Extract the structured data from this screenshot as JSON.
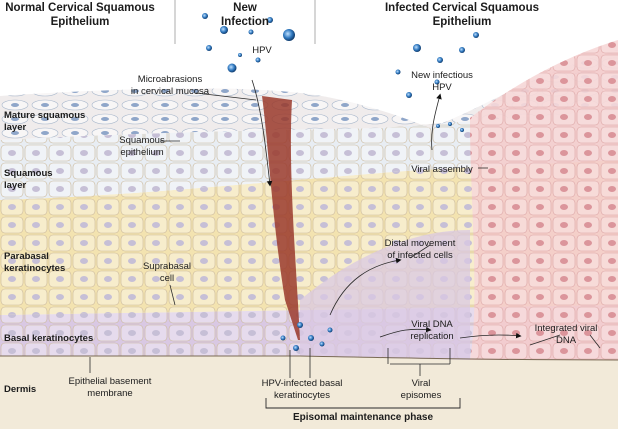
{
  "headers": {
    "left": [
      "Normal Cervical Squamous",
      "Epithelium"
    ],
    "center": [
      "New",
      "Infection"
    ],
    "right": [
      "Infected Cervical Squamous",
      "Epithelium"
    ]
  },
  "layers": {
    "mature": [
      "Mature squamous",
      "layer"
    ],
    "squamous": [
      "Squamous",
      "layer"
    ],
    "parabasal": [
      "Parabasal",
      "keratinocytes"
    ],
    "basal": "Basal keratinocytes",
    "dermis": "Dermis"
  },
  "labels": {
    "hpv": "HPV",
    "microabrasions": [
      "Microabrasions",
      "in cervical mucosa"
    ],
    "squamous_epithelium": [
      "Squamous",
      "epithelium"
    ],
    "suprabasal": [
      "Suprabasal",
      "cell"
    ],
    "basement": [
      "Epithelial basement",
      "membrane"
    ],
    "infected_basal": [
      "HPV-infected basal",
      "keratinocytes"
    ],
    "viral_episomes": [
      "Viral",
      "episomes"
    ],
    "episomal_phase": "Episomal maintenance phase",
    "viral_dna_replication": [
      "Viral DNA",
      "replication"
    ],
    "integrated_viral_dna": [
      "Integrated viral",
      "DNA"
    ],
    "distal_movement": [
      "Distal movement",
      "of infected cells"
    ],
    "viral_assembly": "Viral assembly",
    "new_infectious": [
      "New infectious",
      "HPV"
    ]
  },
  "colors": {
    "virus": "#1f6fb5",
    "dermis": "#f2ead9",
    "basal_layer": "#d9c8e3",
    "parabasal_layer": "#f3e3b0",
    "squamous_layer": "#e8edf3",
    "infected_region": "#f4cccc",
    "wound": "#9a3a2c"
  }
}
